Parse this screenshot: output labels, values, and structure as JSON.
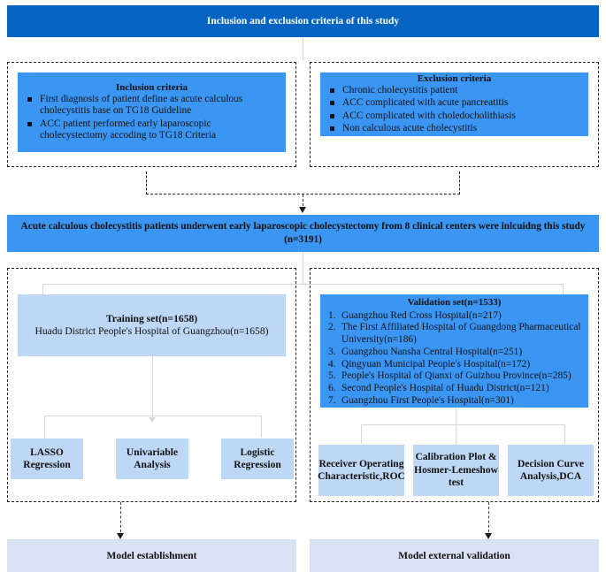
{
  "figure": {
    "type": "flowchart",
    "title": "Inclusion and exclusion criteria of this study"
  },
  "banner": {
    "label": "Inclusion and exclusion criteria of this study"
  },
  "criteria": {
    "inclusion": {
      "title": "Inclusion criteria",
      "items": [
        "First diagnosis of patient define as acute calculous cholecystitis base  on TG18 Guideline",
        "ACC patient performed early laparoscopic cholecystectomy accoding to TG18 Criteria"
      ]
    },
    "exclusion": {
      "title": "Exclusion criteria",
      "items": [
        "Chronic cholecystitis patient",
        "ACC complicated with acute pancreatitis",
        "ACC complicated with choledocholithiasis",
        "Non calculous acute cholecystitis"
      ]
    }
  },
  "cohort": {
    "line1": "Acute calculous cholecystitis patients underwent early laparoscopic cholecystectomy from 8 clinical centers were inlcuidng this study",
    "line2": "(n=3191)"
  },
  "training": {
    "title": "Training set(n=1658)",
    "detail": "Huadu District People's Hospital of Guangzhou(n=1658)",
    "methods": [
      "LASSO\nRegression",
      "Univariable\nAnalysis",
      "Logistic\nRegression"
    ],
    "method_labels": [
      {
        "l1": "LASSO",
        "l2": "Regression"
      },
      {
        "l1": "Univariable",
        "l2": "Analysis"
      },
      {
        "l1": "Logistic",
        "l2": "Regression"
      }
    ],
    "outcome": "Model establishment"
  },
  "validation": {
    "title": "Validation set(n=1533)",
    "centers": [
      {
        "num": "1.",
        "name": "Guangzhou Red Cross Hospital(n=217)"
      },
      {
        "num": "2.",
        "name": "The First Affiliated Hospital of Guangdong Pharmaceutical University(n=186)"
      },
      {
        "num": "3.",
        "name": "Guangzhou Nansha Central Hospital(n=251)"
      },
      {
        "num": "4.",
        "name": "Qingyuan Municipal People's Hospital(n=172)"
      },
      {
        "num": "5.",
        "name": "People's Hospital of Qianxi of Guizhou Province(n=285)"
      },
      {
        "num": "6.",
        "name": "Second People's Hospital of Huadu District(n=121)"
      },
      {
        "num": "7.",
        "name": "Guangzhou First People's Hospital(n=301)"
      }
    ],
    "method_labels": [
      {
        "l1": "Receiver Operating",
        "l2": "Characteristic,ROC",
        "l3": ""
      },
      {
        "l1": "Calibration Plot &",
        "l2": "Hosmer-Lemeshow",
        "l3": "test"
      },
      {
        "l1": "Decision Curve",
        "l2": "Analysis,DCA",
        "l3": ""
      }
    ],
    "outcome": "Model external validation"
  },
  "colors": {
    "banner_blue": "#0563c1",
    "mid_blue": "#3b96f3",
    "light_blue": "#bdd7f5",
    "pale_blue": "#d9e2f3",
    "connector_gray": "#d6d6d6",
    "dashed_border": "#222222"
  }
}
